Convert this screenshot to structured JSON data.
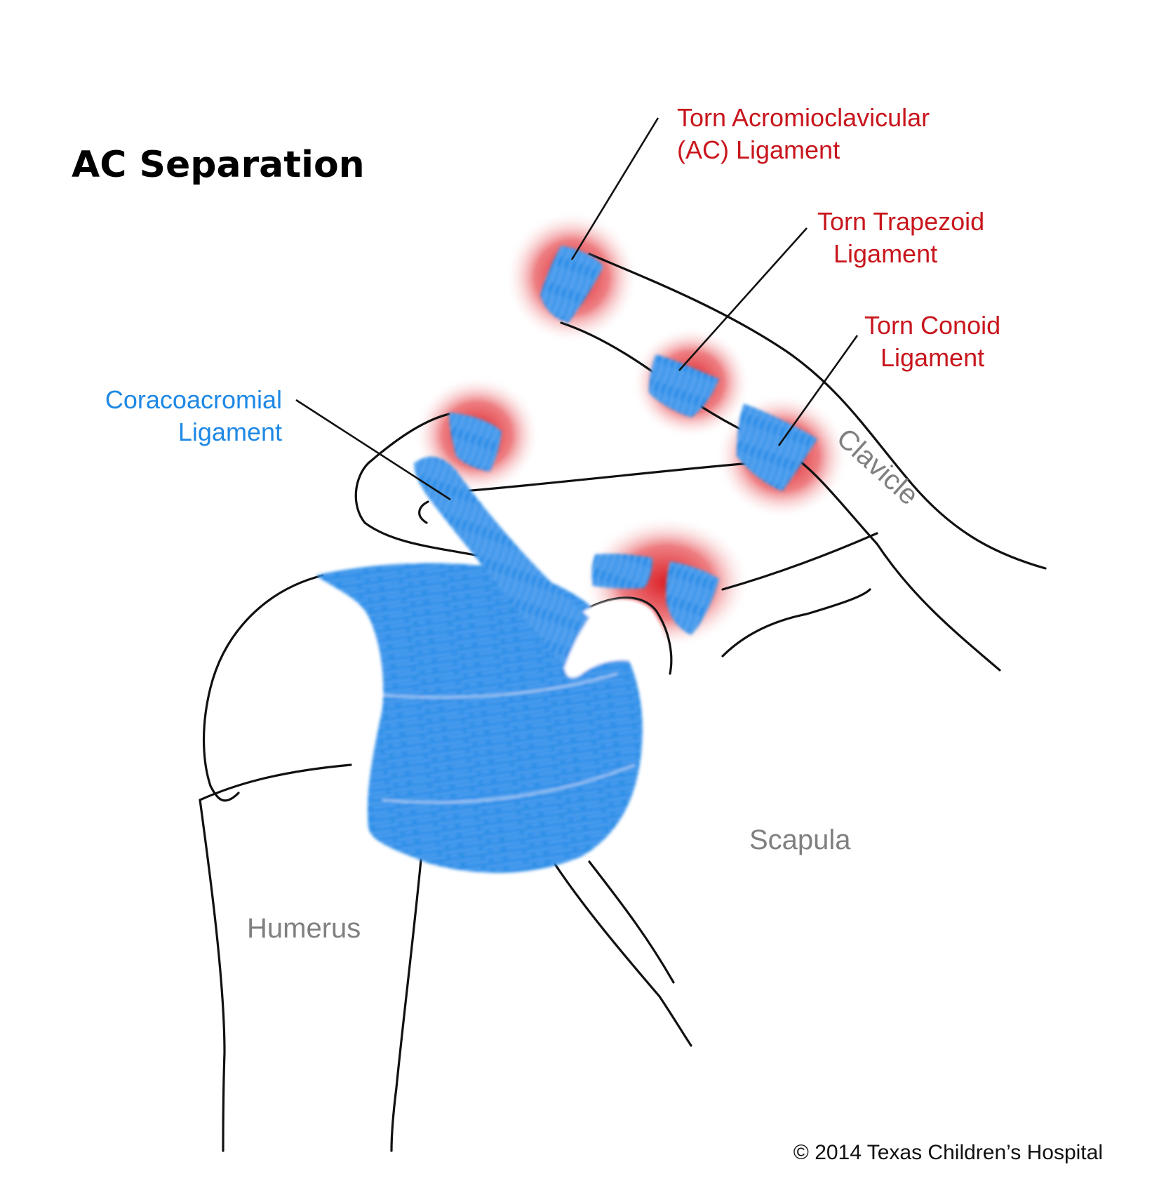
{
  "title": "AC Separation",
  "labels": {
    "torn_ac_line1": "Torn Acromioclavicular",
    "torn_ac_line2": "(AC) Ligament",
    "torn_trapezoid_line1": "Torn Trapezoid",
    "torn_trapezoid_line2": "Ligament",
    "torn_conoid_line1": "Torn Conoid",
    "torn_conoid_line2": "Ligament",
    "coracoacromial_line1": "Coracoacromial",
    "coracoacromial_line2": "Ligament",
    "clavicle": "Clavicle",
    "scapula": "Scapula",
    "humerus": "Humerus"
  },
  "credit": "© 2014 Texas Children’s Hospital",
  "colors": {
    "torn_label": "#c8161d",
    "ligament_label": "#1e88e5",
    "bone_label": "#808080",
    "ligament_fill": "#2f8fe8",
    "inflammation": "#e0161d",
    "outline": "#111111"
  }
}
